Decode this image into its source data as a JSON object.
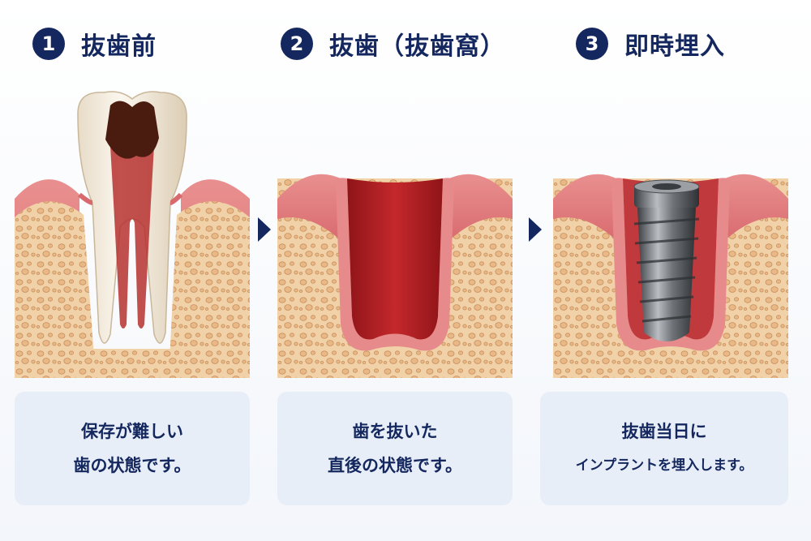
{
  "steps": [
    {
      "number": "1",
      "label": "抜歯前",
      "caption": [
        "保存が難しい",
        "歯の状態です。"
      ]
    },
    {
      "number": "2",
      "label": "抜歯（抜歯窩）",
      "caption": [
        "歯を抜いた",
        "直後の状態です。"
      ]
    },
    {
      "number": "3",
      "label": "即時埋入",
      "caption": [
        "抜歯当日に",
        "インプラントを埋入します。"
      ]
    }
  ],
  "colors": {
    "navy": "#14275e",
    "bone": "#f1d1a8",
    "gum": "#e28787",
    "socket": "#b02024",
    "caption_bg": "#e8eef8",
    "implant": "#5d6166"
  },
  "icons": [
    "tooth-icon",
    "socket-icon",
    "implant-icon",
    "arrow-right-icon"
  ]
}
